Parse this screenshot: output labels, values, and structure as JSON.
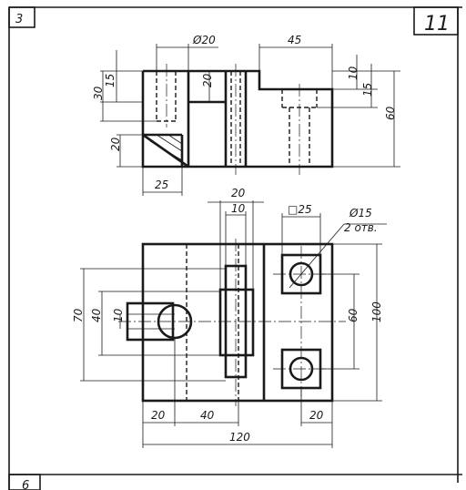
{
  "sheet": {
    "number": "3",
    "variant": "11",
    "next_number": "6"
  },
  "top_view_dims": {
    "d20": "Ø20",
    "w45": "45",
    "h30": "30",
    "h15_left": "15",
    "h20_mid": "20",
    "h10": "10",
    "h15_right": "15",
    "h60": "60",
    "h20_bottom": "20",
    "w25": "25"
  },
  "front_view_dims": {
    "w20": "20",
    "w10": "10",
    "sq25": "□25",
    "d15": "Ø15",
    "holes_note": "2 отв.",
    "h70": "70",
    "h40": "40",
    "h10": "10",
    "h60": "60",
    "h100": "100",
    "b20_left": "20",
    "b40": "40",
    "b20_right": "20",
    "b120": "120"
  }
}
